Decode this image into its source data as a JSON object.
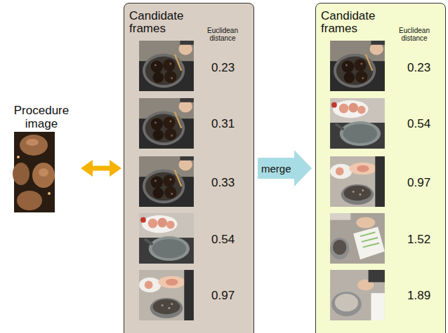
{
  "diagram": {
    "nodes": [
      {
        "text": [
          "Procedure image"
        ]
      },
      {
        "text": [
          "Candidate frames",
          "Euclidean distance"
        ]
      },
      {
        "text": [
          "Candidate frames",
          "Euclidean distance"
        ]
      }
    ],
    "edges": [
      {
        "from": 0,
        "to": 1,
        "arrow": "both"
      },
      {
        "from": 1,
        "to": 2,
        "label": "merge",
        "arrow": "to"
      }
    ],
    "labels": [
      "0.23",
      "0.31",
      "0.33",
      "0.54",
      "0.97",
      "0.23",
      "0.54",
      "0.97",
      "1.52",
      "1.89"
    ]
  }
}
